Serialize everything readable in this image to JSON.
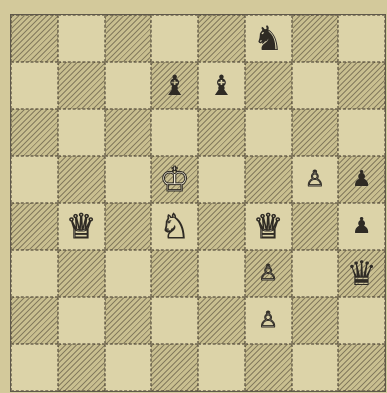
{
  "board": {
    "pieces": [
      {
        "square": "f8",
        "symbol": "♞",
        "color": "black",
        "name": "black-knight-f8"
      },
      {
        "square": "d7",
        "symbol": "♝",
        "color": "black",
        "name": "black-bishop-d7"
      },
      {
        "square": "e7",
        "symbol": "♝",
        "color": "black",
        "name": "black-bishop-e7"
      },
      {
        "square": "d5",
        "symbol": "♔",
        "color": "white",
        "name": "white-king-d5"
      },
      {
        "square": "g5",
        "symbol": "♙",
        "color": "white",
        "name": "white-pawn-g5"
      },
      {
        "square": "h5",
        "symbol": "♟",
        "color": "black",
        "name": "black-pawn-h5"
      },
      {
        "square": "b4",
        "symbol": "♕",
        "color": "white",
        "name": "white-queen-b4"
      },
      {
        "square": "d4",
        "symbol": "♘",
        "color": "white",
        "name": "white-knight-d4"
      },
      {
        "square": "f4",
        "symbol": "♕",
        "color": "white",
        "name": "white-queen-f4"
      },
      {
        "square": "h4",
        "symbol": "♟",
        "color": "black",
        "name": "black-pawn-h4"
      },
      {
        "square": "f3",
        "symbol": "♙",
        "color": "white",
        "name": "white-pawn-f3"
      },
      {
        "square": "h3",
        "symbol": "♛",
        "color": "black",
        "name": "black-queen-h3"
      },
      {
        "square": "f2",
        "symbol": "♙",
        "color": "white",
        "name": "white-pawn-f2"
      }
    ]
  },
  "colors": {
    "paper": "#d3c99b",
    "ink": "#2f2b24"
  }
}
